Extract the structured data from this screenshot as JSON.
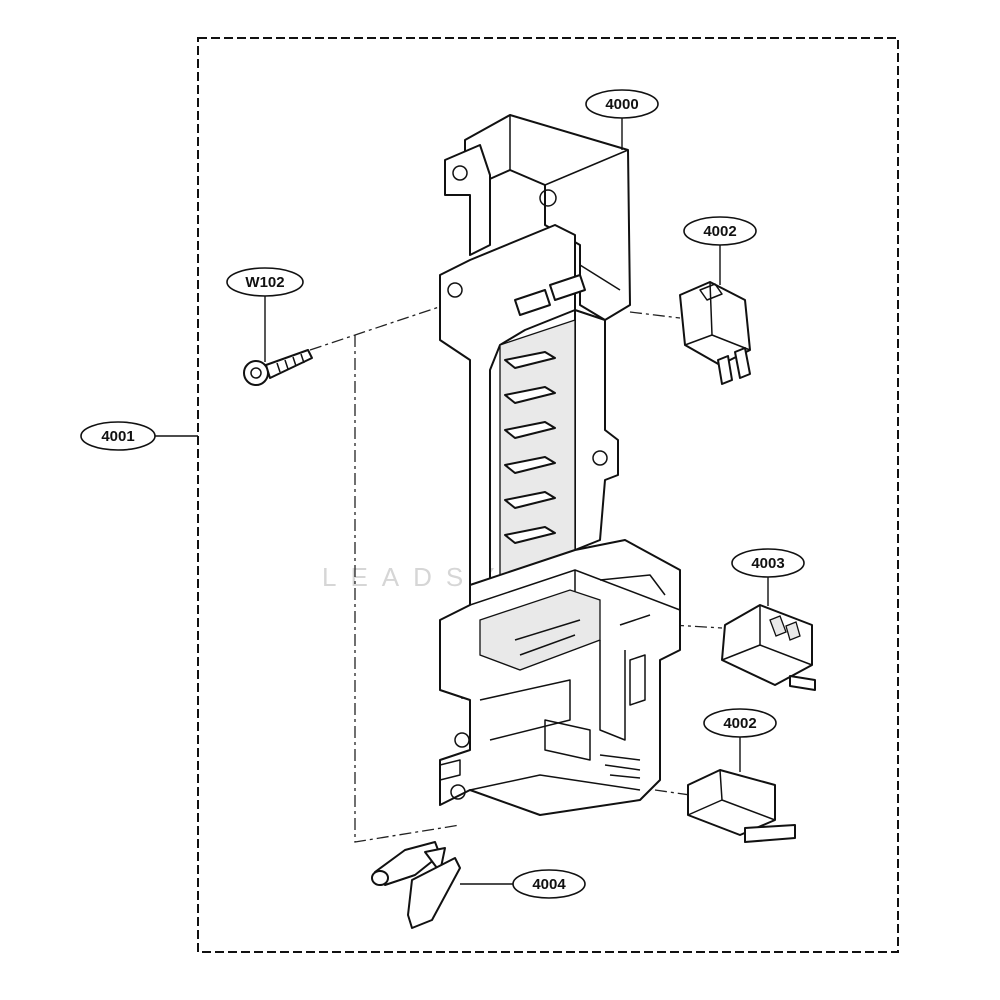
{
  "watermark": "LEADSYS",
  "labels": {
    "main_bracket": "4000",
    "assembly": "4001",
    "switch_upper": "4002",
    "switch_middle": "4003",
    "switch_lower": "4002",
    "lever": "4004",
    "screw": "W102"
  }
}
